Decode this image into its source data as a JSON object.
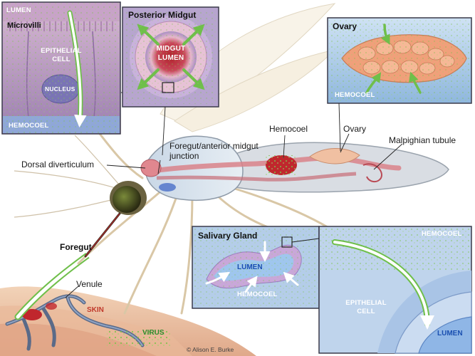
{
  "colors": {
    "virus": "#7cc24a",
    "tissue": "#c9a7c9",
    "lumen_blue": "#9cc4e8",
    "blood": "#c0272d",
    "ovary": "#f0a07a",
    "gut": "#d9828a"
  },
  "panels": {
    "epithelium": {
      "lumen": "LUMEN",
      "microvilli": "Microvilli",
      "epithelial_cell": "EPITHELIAL CELL",
      "nucleus": "NUCLEUS",
      "hemocoel": "HEMOCOEL"
    },
    "posterior_midgut": {
      "title": "Posterior Midgut",
      "lumen": "MIDGUT LUMEN"
    },
    "ovary": {
      "title": "Ovary",
      "hemocoel": "HEMOCOEL"
    },
    "salivary_gland": {
      "title": "Salivary Gland",
      "lumen": "LUMEN",
      "hemocoel": "HEMOCOEL"
    },
    "gland_cell": {
      "hemocoel": "HEMOCOEL",
      "epithelial_cell": "EPITHELIAL CELL",
      "lumen": "LUMEN"
    }
  },
  "body_labels": {
    "hemocoel": "Hemocoel",
    "ovary": "Ovary",
    "malpighian_tubule": "Malpighian tubule",
    "dorsal_diverticulum": "Dorsal diverticulum",
    "foregut_midgut_junction": "Foregut/anterior midgut junction",
    "foregut": "Foregut",
    "venule": "Venule",
    "skin": "SKIN",
    "virus": "VIRUS"
  },
  "credit": "© Alison E. Burke"
}
